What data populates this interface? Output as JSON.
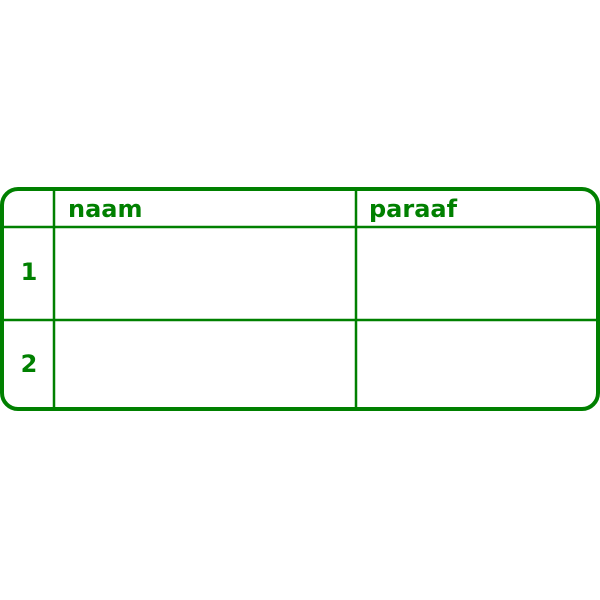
{
  "colors": {
    "line": "#008000",
    "text": "#008000",
    "background": "#ffffff"
  },
  "table": {
    "headers": [
      "naam",
      "paraaf"
    ],
    "rows": [
      {
        "number": "1",
        "naam": "",
        "paraaf": ""
      },
      {
        "number": "2",
        "naam": "",
        "paraaf": ""
      }
    ]
  }
}
